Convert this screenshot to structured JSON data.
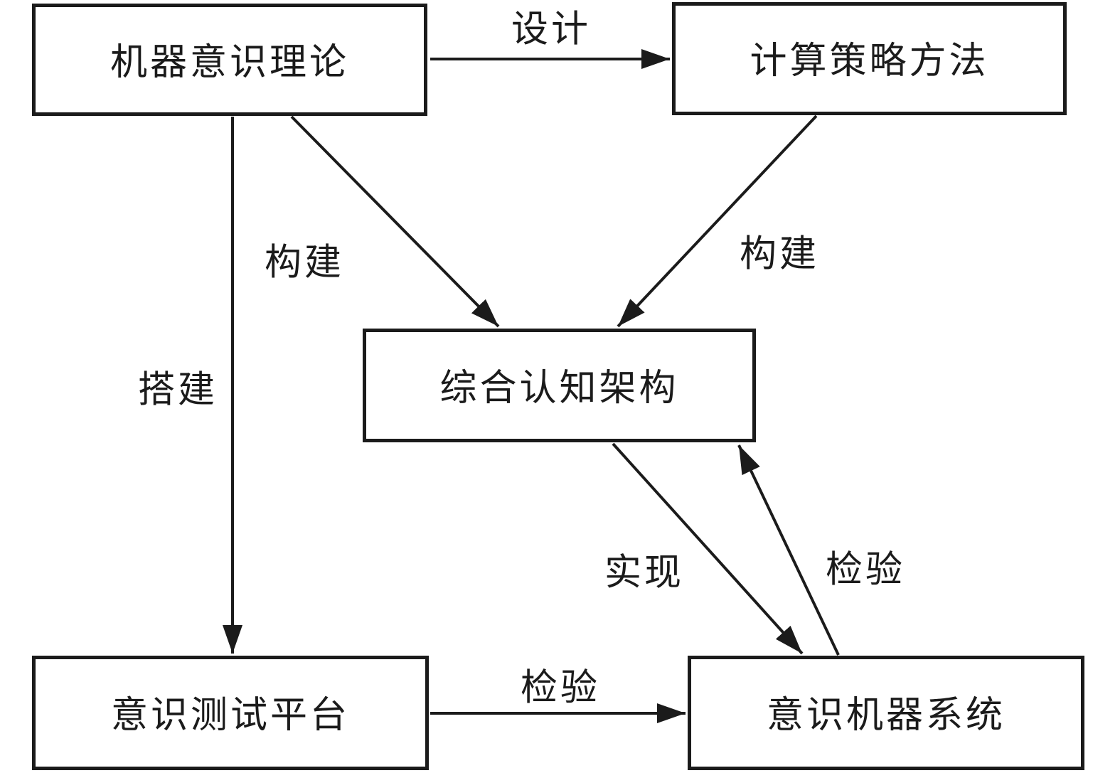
{
  "diagram": {
    "type": "flowchart",
    "background_color": "#ffffff",
    "line_color": "#1b1b1b",
    "text_color": "#1b1b1b",
    "nodes": [
      {
        "id": "machine-consciousness-theory",
        "label": "机器意识理论"
      },
      {
        "id": "computational-strategy-methods",
        "label": "计算策略方法"
      },
      {
        "id": "integrated-cognitive-architecture",
        "label": "综合认知架构"
      },
      {
        "id": "consciousness-test-platform",
        "label": "意识测试平台"
      },
      {
        "id": "conscious-machine-system",
        "label": "意识机器系统"
      }
    ],
    "edges": [
      {
        "from": "machine-consciousness-theory",
        "to": "computational-strategy-methods",
        "label": "设计"
      },
      {
        "from": "machine-consciousness-theory",
        "to": "integrated-cognitive-architecture",
        "label": "构建"
      },
      {
        "from": "computational-strategy-methods",
        "to": "integrated-cognitive-architecture",
        "label": "构建"
      },
      {
        "from": "machine-consciousness-theory",
        "to": "consciousness-test-platform",
        "label": "搭建"
      },
      {
        "from": "integrated-cognitive-architecture",
        "to": "conscious-machine-system",
        "label": "实现"
      },
      {
        "from": "conscious-machine-system",
        "to": "integrated-cognitive-architecture",
        "label": "检验"
      },
      {
        "from": "consciousness-test-platform",
        "to": "conscious-machine-system",
        "label": "检验"
      }
    ]
  }
}
